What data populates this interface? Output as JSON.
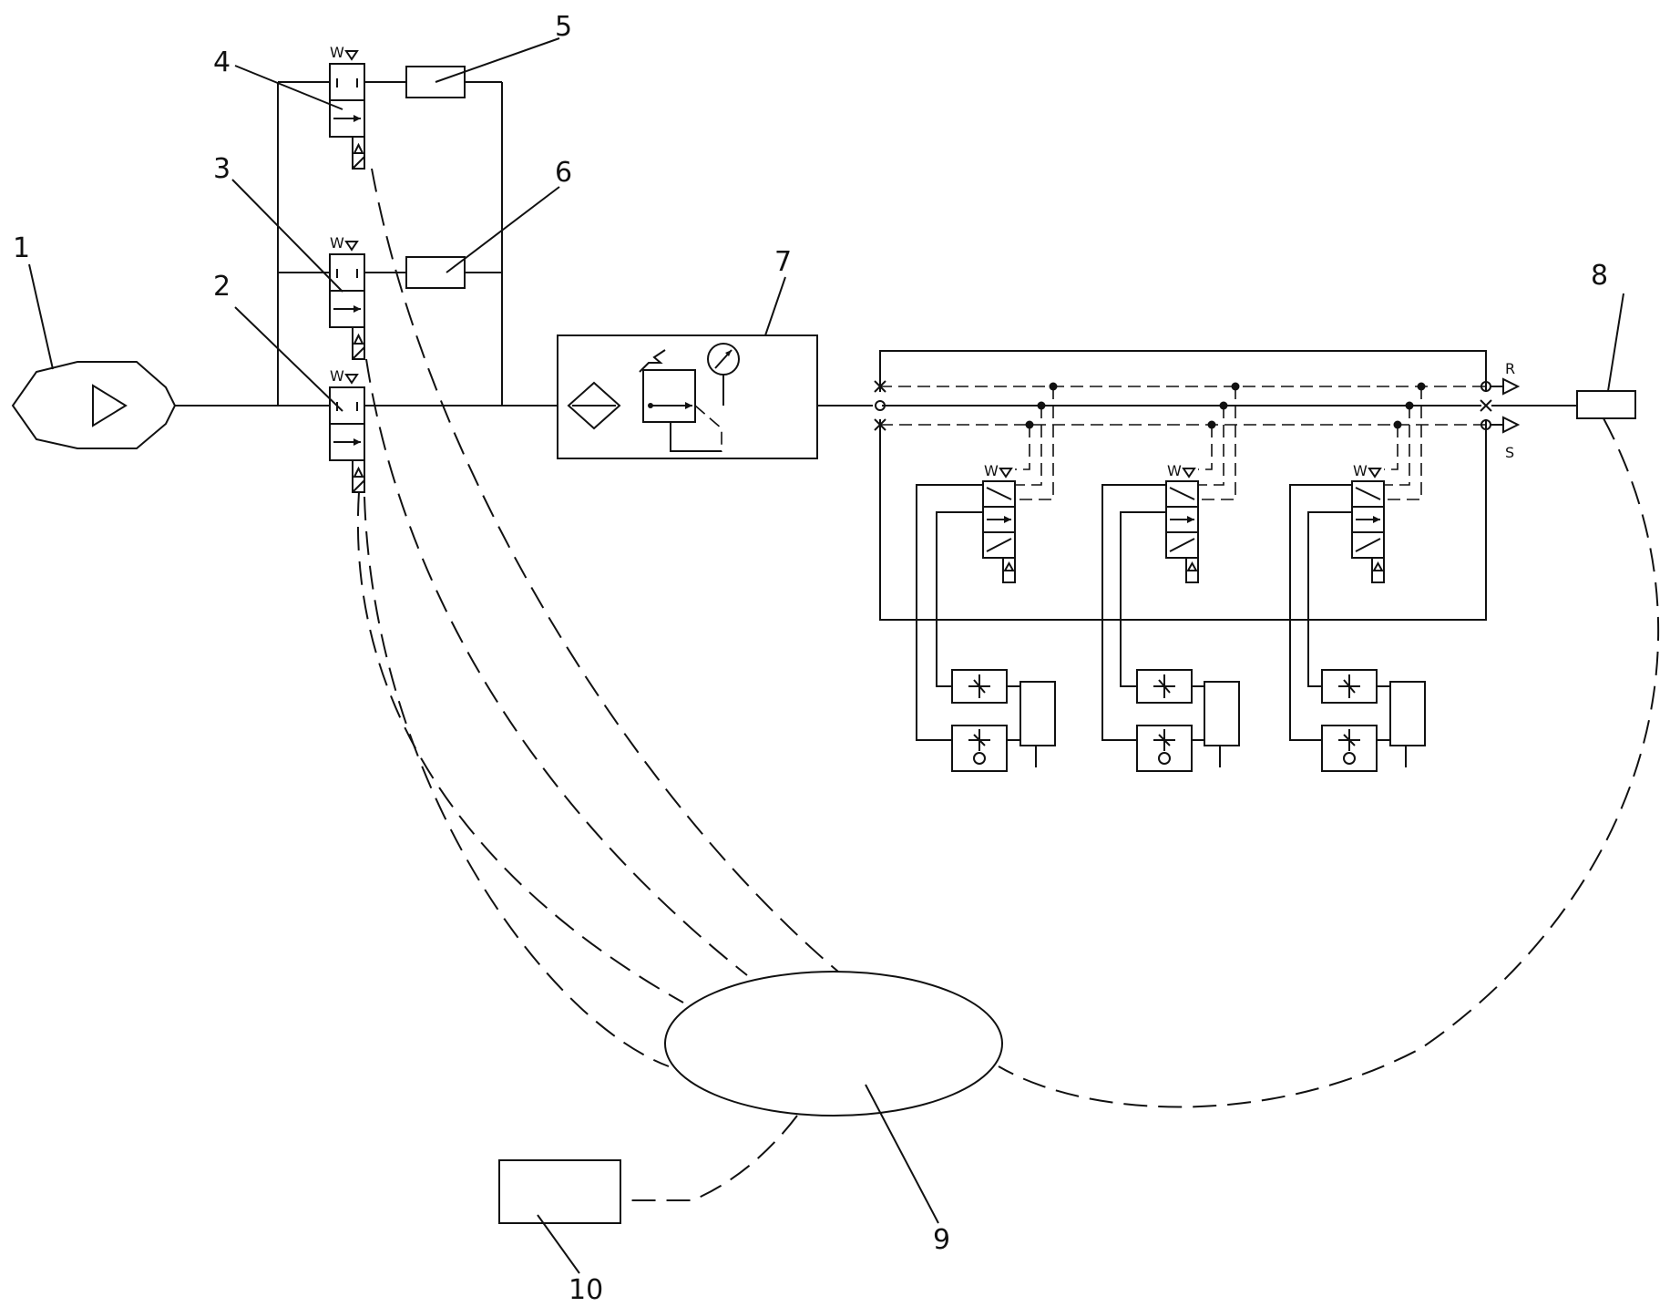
{
  "diagram": {
    "labels": {
      "l1": "1",
      "l2": "2",
      "l3": "3",
      "l4": "4",
      "l5": "5",
      "l6": "6",
      "l7": "7",
      "l8": "8",
      "l9": "9",
      "l10": "10"
    },
    "port_labels": {
      "r": "R",
      "s": "S"
    }
  }
}
